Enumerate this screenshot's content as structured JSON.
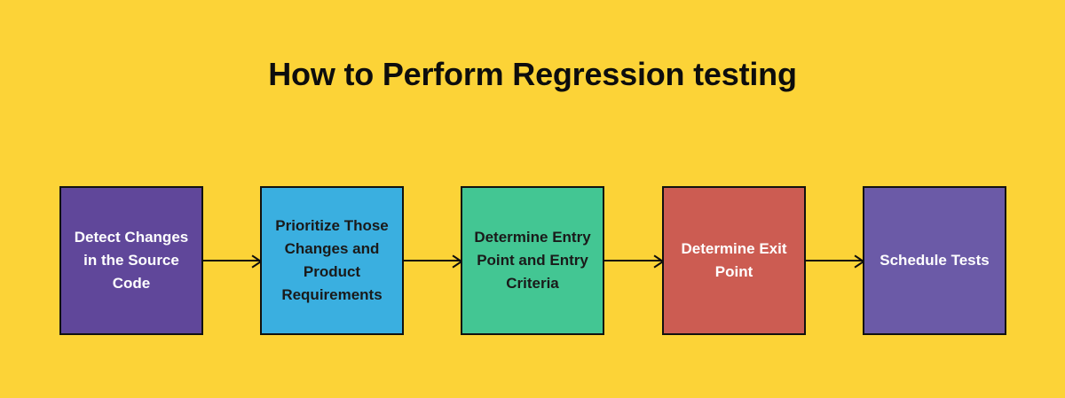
{
  "page": {
    "background_color": "#fcd337",
    "title": "How to Perform Regression testing"
  },
  "diagram": {
    "type": "flowchart",
    "orientation": "left-to-right",
    "arrow_color": "#0d0d0d",
    "border_color": "#11110f",
    "nodes": [
      {
        "id": "detect-changes",
        "label": "Detect Changes in the Source Code",
        "fill_color": "#60479a",
        "text_color": "#ffffff"
      },
      {
        "id": "prioritize-changes",
        "label": "Prioritize Those Changes and Product Requirements",
        "fill_color": "#3aafe0",
        "text_color": "#1a1a1a"
      },
      {
        "id": "determine-entry-point",
        "label": "Determine Entry Point and Entry Criteria",
        "fill_color": "#43c693",
        "text_color": "#1a1a1a"
      },
      {
        "id": "determine-exit-point",
        "label": "Determine Exit Point",
        "fill_color": "#cc5c52",
        "text_color": "#ffffff"
      },
      {
        "id": "schedule-tests",
        "label": "Schedule Tests",
        "fill_color": "#6b5aa7",
        "text_color": "#ffffff"
      }
    ],
    "connectors": [
      {
        "id": "arrow-1",
        "from": "detect-changes",
        "to": "prioritize-changes"
      },
      {
        "id": "arrow-2",
        "from": "prioritize-changes",
        "to": "determine-entry-point"
      },
      {
        "id": "arrow-3",
        "from": "determine-entry-point",
        "to": "determine-exit-point"
      },
      {
        "id": "arrow-4",
        "from": "determine-exit-point",
        "to": "schedule-tests"
      }
    ]
  }
}
